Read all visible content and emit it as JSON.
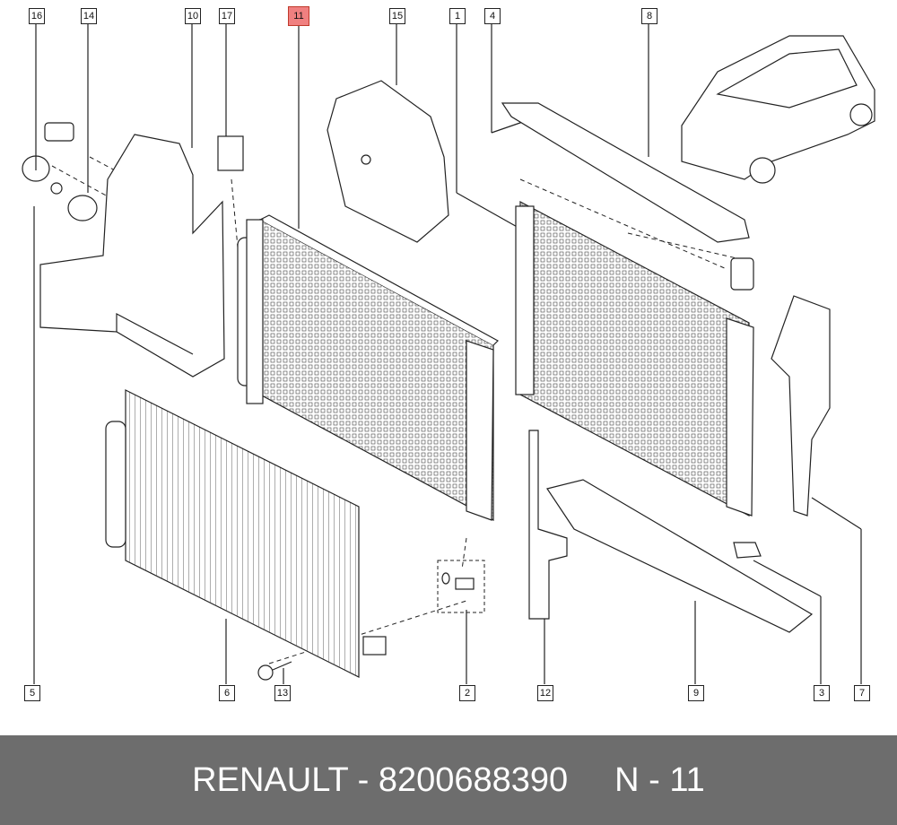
{
  "diagram": {
    "callouts": [
      {
        "id": "16",
        "label": "16"
      },
      {
        "id": "14",
        "label": "14"
      },
      {
        "id": "10",
        "label": "10"
      },
      {
        "id": "17",
        "label": "17"
      },
      {
        "id": "11",
        "label": "11",
        "highlighted": true
      },
      {
        "id": "15",
        "label": "15"
      },
      {
        "id": "1",
        "label": "1"
      },
      {
        "id": "4",
        "label": "4"
      },
      {
        "id": "8",
        "label": "8"
      },
      {
        "id": "5",
        "label": "5"
      },
      {
        "id": "6",
        "label": "6"
      },
      {
        "id": "13",
        "label": "13"
      },
      {
        "id": "2",
        "label": "2"
      },
      {
        "id": "12",
        "label": "12"
      },
      {
        "id": "9",
        "label": "9"
      },
      {
        "id": "3",
        "label": "3"
      },
      {
        "id": "7",
        "label": "7"
      }
    ],
    "highlight_color": "#f08080"
  },
  "footer": {
    "brand": "RENAULT",
    "separator": " - ",
    "part_number": "8200688390",
    "reference": "N - 11",
    "background": "#6d6d6d"
  }
}
